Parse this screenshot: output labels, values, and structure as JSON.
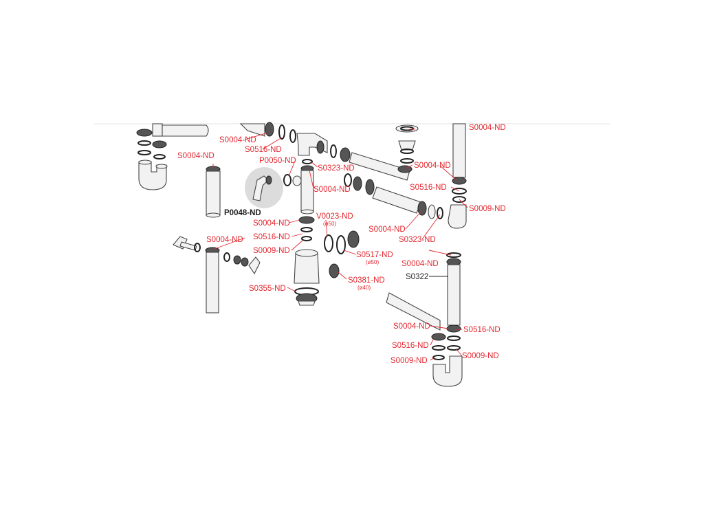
{
  "diagram": {
    "colors": {
      "label_red": "#e3262e",
      "label_black": "#222222",
      "highlight": "#dcdcdc",
      "top_rule": "#e2e2e2"
    },
    "labels": [
      {
        "id": "s0004_a",
        "text": "S0004-ND",
        "color": "red"
      },
      {
        "id": "s0516_a",
        "text": "S0516-ND",
        "color": "red"
      },
      {
        "id": "s0004_top_right",
        "text": "S0004-ND",
        "color": "red"
      },
      {
        "id": "s0004_b",
        "text": "S0004-ND",
        "color": "red"
      },
      {
        "id": "p0050",
        "text": "P0050-ND",
        "color": "red"
      },
      {
        "id": "s0323_a",
        "text": "S0323-ND",
        "color": "red"
      },
      {
        "id": "s0004_c",
        "text": "S0004-ND",
        "color": "red"
      },
      {
        "id": "s0004_d",
        "text": "S0004-ND",
        "color": "red"
      },
      {
        "id": "s0516_b",
        "text": "S0516-ND",
        "color": "red"
      },
      {
        "id": "s0009_a",
        "text": "S0009-ND",
        "color": "red"
      },
      {
        "id": "p0048",
        "text": "P0048-ND",
        "color": "black"
      },
      {
        "id": "v0023",
        "text": "V0023-ND",
        "sub": "(ø50)",
        "color": "red"
      },
      {
        "id": "s0004_e",
        "text": "S0004-ND",
        "color": "red"
      },
      {
        "id": "s0004_f",
        "text": "S0004-ND",
        "color": "red"
      },
      {
        "id": "s0323_b",
        "text": "S0323-ND",
        "color": "red"
      },
      {
        "id": "s0004_g",
        "text": "S0004-ND",
        "color": "red"
      },
      {
        "id": "s0516_c",
        "text": "S0516-ND",
        "color": "red"
      },
      {
        "id": "s0009_b",
        "text": "S0009-ND",
        "color": "red"
      },
      {
        "id": "s0517",
        "text": "S0517-ND",
        "sub": "(ø50)",
        "color": "red"
      },
      {
        "id": "s0004_h",
        "text": "S0004-ND",
        "color": "red"
      },
      {
        "id": "s0322",
        "text": "S0322",
        "color": "black"
      },
      {
        "id": "s0381",
        "text": "S0381-ND",
        "sub": "(ø40)",
        "color": "red"
      },
      {
        "id": "s0355",
        "text": "S0355-ND",
        "color": "red"
      },
      {
        "id": "s0004_i",
        "text": "S0004-ND",
        "color": "red"
      },
      {
        "id": "s0516_d",
        "text": "S0516-ND",
        "color": "red"
      },
      {
        "id": "s0516_e",
        "text": "S0516-ND",
        "color": "red"
      },
      {
        "id": "s0009_c",
        "text": "S0009-ND",
        "color": "red"
      },
      {
        "id": "s0009_d",
        "text": "S0009-ND",
        "color": "red"
      }
    ]
  }
}
